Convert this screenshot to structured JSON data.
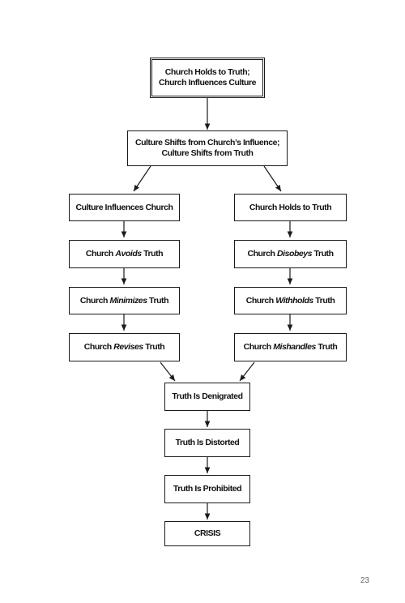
{
  "diagram": {
    "top": {
      "line1": "Church Holds to Truth;",
      "line2": "Church Influences Culture"
    },
    "shift": {
      "line1": "Culture Shifts from Church’s Influence;",
      "line2": "Culture Shifts from Truth"
    },
    "left": {
      "influence": "Culture Influences Church",
      "avoids": {
        "pre": "Church ",
        "em": "Avoids",
        "post": " Truth"
      },
      "minimizes": {
        "pre": "Church ",
        "em": "Minimizes",
        "post": " Truth"
      },
      "revises": {
        "pre": "Church ",
        "em": "Revises",
        "post": " Truth"
      }
    },
    "right": {
      "holds": "Church Holds to Truth",
      "disobeys": {
        "pre": "Church ",
        "em": "Disobeys",
        "post": " Truth"
      },
      "withholds": {
        "pre": "Church ",
        "em": "Withholds",
        "post": " Truth"
      },
      "mishandles": {
        "pre": "Church ",
        "em": "Mishandles",
        "post": " Truth"
      }
    },
    "bottom": {
      "denigrated": "Truth Is Denigrated",
      "distorted": "Truth Is Distorted",
      "prohibited": "Truth Is Prohibited",
      "crisis": "CRISIS"
    },
    "colors": {
      "stroke": "#1a1a1a",
      "text": "#111111",
      "page_number": "#666666"
    }
  },
  "page_number": "23"
}
